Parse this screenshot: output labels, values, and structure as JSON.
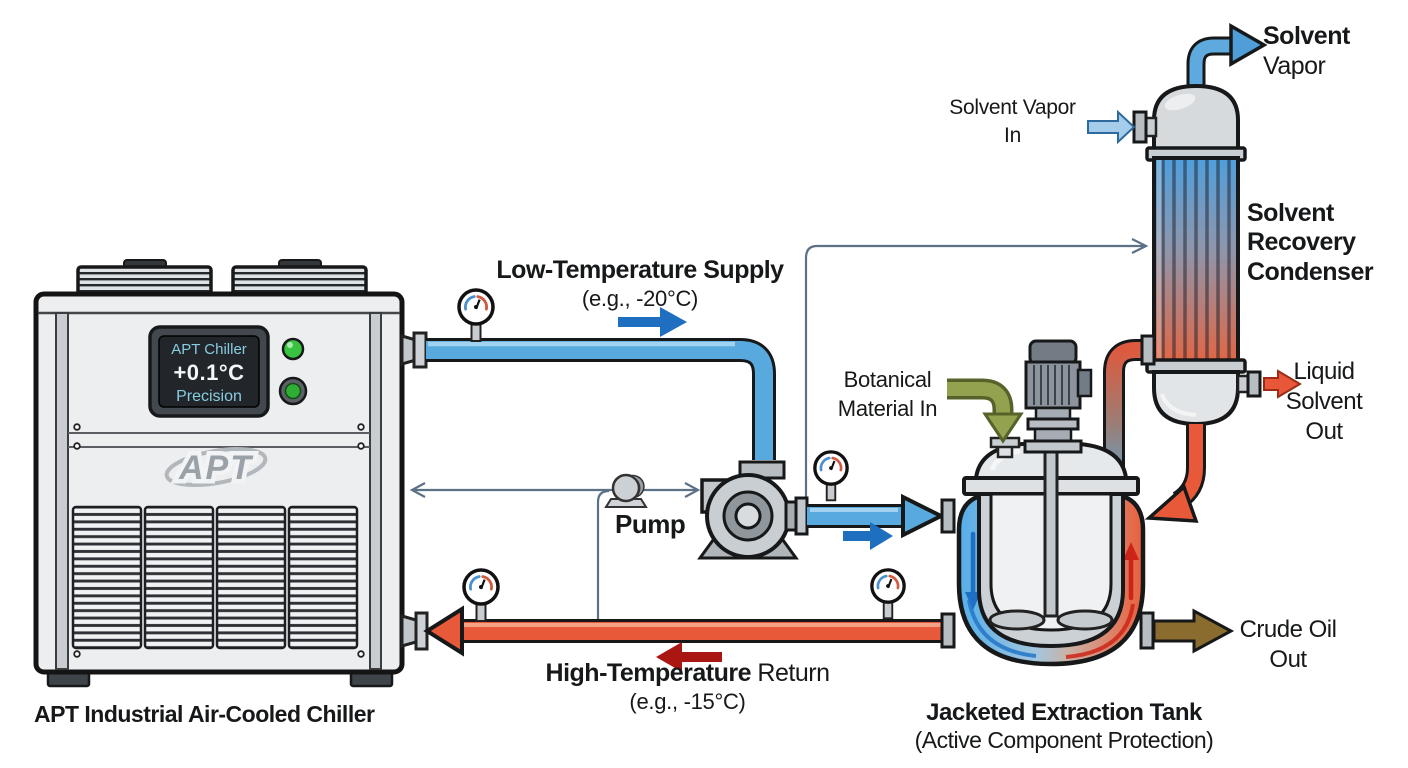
{
  "chiller": {
    "label": "APT Industrial Air-Cooled Chiller",
    "logo": "APT",
    "display": {
      "line1": "APT Chiller",
      "line2": "+0.1°C",
      "line3": "Precision"
    },
    "led_color": "#38c340"
  },
  "pipes": {
    "supply": {
      "title": "Low-Temperature Supply",
      "subtitle": "(e.g., -20°C)",
      "color": "#58aade",
      "arrow_color": "#1e6fc0"
    },
    "return": {
      "title_bold": "High-Temperature",
      "title_rest": " Return",
      "subtitle": "(e.g., -15°C)",
      "color": "#e8593a",
      "arrow_color": "#aa1612"
    }
  },
  "pump": {
    "label": "Pump"
  },
  "tank": {
    "title": "Jacketed Extraction Tank",
    "subtitle": "(Active Component Protection)",
    "botanical_in": {
      "line1": "Botanical",
      "line2": "Material In",
      "arrow_color": "#93a24e"
    },
    "crude_out": {
      "line1": "Crude Oil",
      "line2": "Out",
      "arrow_color": "#8a6c2e"
    },
    "jacket_cold_color": "#55aee8",
    "jacket_hot_color": "#e85f3c"
  },
  "condenser": {
    "title_line1": "Solvent",
    "title_line2": "Recovery",
    "title_line3": "Condenser",
    "vapor_in": {
      "line1": "Solvent Vapor",
      "line2": "In"
    },
    "vapor_out": {
      "bold": "Solvent",
      "rest": "Vapor"
    },
    "liquid_out": {
      "line1": "Liquid",
      "line2": "Solvent",
      "line3": "Out"
    }
  }
}
